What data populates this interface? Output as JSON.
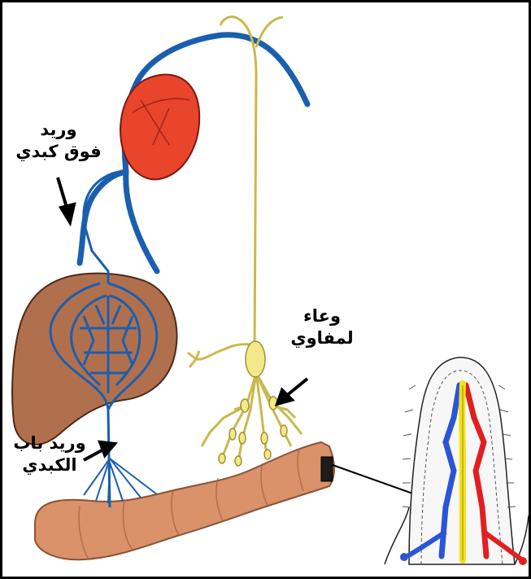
{
  "labels": {
    "hepatic_vein": {
      "line1": "وريد",
      "line2": "فوق كبدي"
    },
    "portal_vein": {
      "line1": "وريد باب",
      "line2": "الكبدي"
    },
    "lymph_vessel": {
      "line1": "وعاء",
      "line2": "لمفاوي"
    }
  },
  "colors": {
    "blood_vessel": "#1a5fae",
    "heart": "#e8452c",
    "liver": "#b0704d",
    "lymph": "#f4e88a",
    "intestine": "#d9926a",
    "artery": "#e02020",
    "vein": "#2a55d6",
    "lacteal": "#f2e21c"
  }
}
